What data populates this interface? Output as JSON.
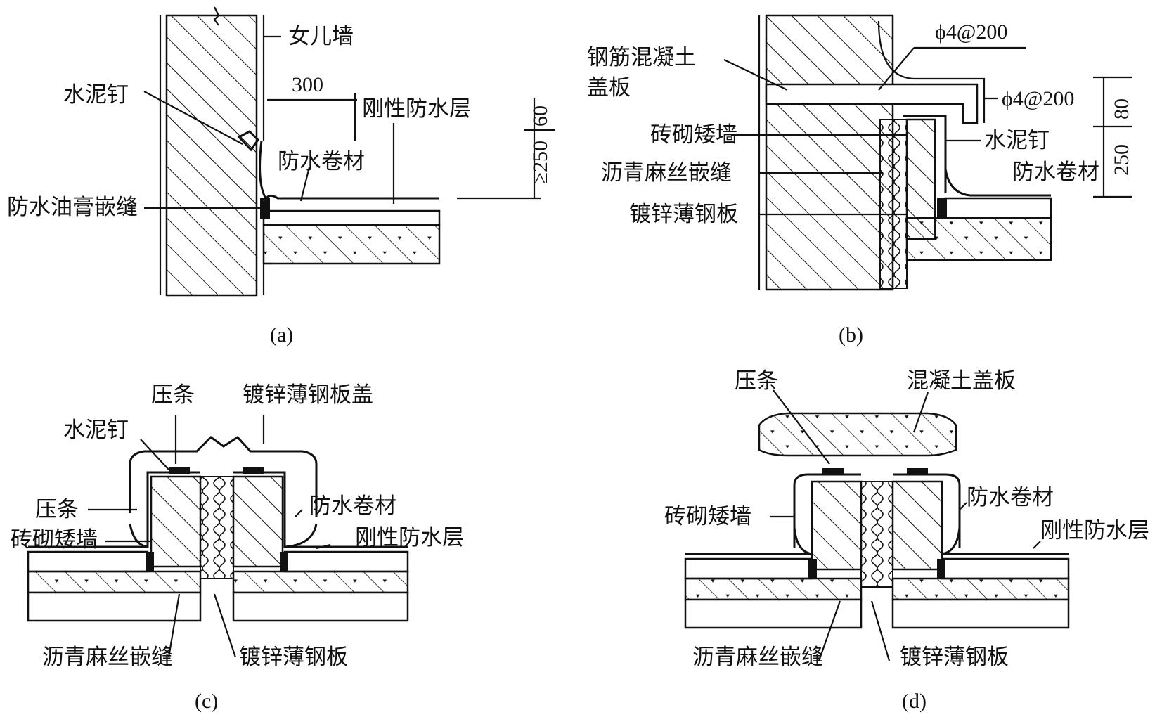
{
  "panels": {
    "a": {
      "caption": "(a)",
      "labels": {
        "parapet": "女儿墙",
        "cement_nail": "水泥钉",
        "rigid_layer": "刚性防水层",
        "membrane": "防水卷材",
        "mastic_joint": "防水油膏嵌缝"
      },
      "dims": {
        "d300": "300",
        "d60": "60",
        "d250": "≥250"
      }
    },
    "b": {
      "caption": "(b)",
      "labels": {
        "rc_cover_line1": "钢筋混凝土",
        "rc_cover_line2": "盖板",
        "brick_low_wall": "砖砌矮墙",
        "asphalt_jute": "沥青麻丝嵌缝",
        "galv_sheet": "镀锌薄钢板",
        "cement_nail": "水泥钉",
        "membrane": "防水卷材"
      },
      "dims": {
        "rebar_top": "ϕ4@200",
        "rebar_side": "ϕ4@200",
        "d80": "80",
        "d250": "250"
      }
    },
    "c": {
      "caption": "(c)",
      "labels": {
        "strip_top": "压条",
        "galv_cover": "镀锌薄钢板盖",
        "cement_nail": "水泥钉",
        "strip_side": "压条",
        "brick_low_wall": "砖砌矮墙",
        "membrane": "防水卷材",
        "rigid_layer": "刚性防水层",
        "asphalt_jute": "沥青麻丝嵌缝",
        "galv_sheet": "镀锌薄钢板"
      }
    },
    "d": {
      "caption": "(d)",
      "labels": {
        "strip": "压条",
        "concrete_cover": "混凝土盖板",
        "brick_low_wall": "砖砌矮墙",
        "membrane": "防水卷材",
        "rigid_layer": "刚性防水层",
        "asphalt_jute": "沥青麻丝嵌缝",
        "galv_sheet": "镀锌薄钢板"
      }
    }
  }
}
